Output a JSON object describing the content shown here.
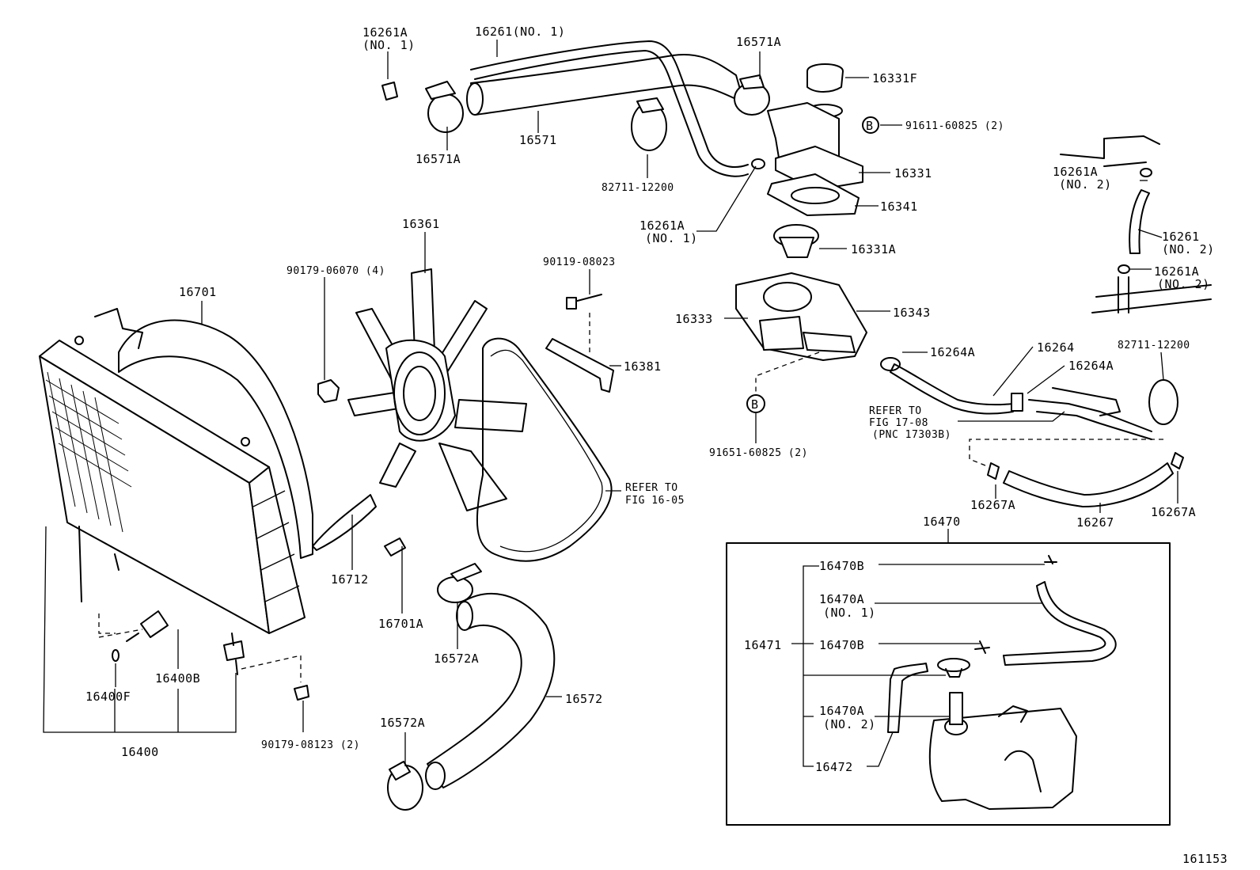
{
  "diagram_id": "161153",
  "callout_b": "B",
  "labels": {
    "p16261A_top": "16261A",
    "p16261A_top_no": "(NO. 1)",
    "p16261_no1": "16261(NO. 1)",
    "p16571A_left": "16571A",
    "p16571": "16571",
    "p16571A_right": "16571A",
    "p82711_top": "82711-12200",
    "p16331F": "16331F",
    "p91611": "91611-60825 (2)",
    "p16331": "16331",
    "p16341": "16341",
    "p16261A_mid": "16261A",
    "p16261A_mid_no": "(NO. 1)",
    "p16331A": "16331A",
    "p16261A_r1": "16261A",
    "p16261A_r1_no": "(NO. 2)",
    "p16261_no2": "16261",
    "p16261_no2_no": "(NO. 2)",
    "p16261A_r2": "16261A",
    "p16261A_r2_no": "(NO. 2)",
    "p16361": "16361",
    "p90179_06070": "90179-06070 (4)",
    "p90119": "90119-08023",
    "p16701": "16701",
    "p16381": "16381",
    "p16333": "16333",
    "p16343": "16343",
    "p16264A_a": "16264A",
    "p16264": "16264",
    "p16264A_b": "16264A",
    "p82711_right": "82711-12200",
    "refer_17": "REFER TO",
    "refer_17_fig": "FIG 17-08",
    "refer_17_pnc": "(PNC 17303B)",
    "p91651": "91651-60825 (2)",
    "refer_16": "REFER TO",
    "refer_16_fig": "FIG 16-05",
    "p16267A_left": "16267A",
    "p16267": "16267",
    "p16267A_right": "16267A",
    "p16470": "16470",
    "p16712": "16712",
    "p16701A": "16701A",
    "p16572A_top": "16572A",
    "p16572": "16572",
    "p16572A_bottom": "16572A",
    "p16400F": "16400F",
    "p16400B": "16400B",
    "p16400": "16400",
    "p90179_08123": "90179-08123 (2)",
    "p16470B_top": "16470B",
    "p16470A_no1": "16470A",
    "p16470A_no1_no": "(NO. 1)",
    "p16471": "16471",
    "p16470B_mid": "16470B",
    "p16470A_no2": "16470A",
    "p16470A_no2_no": "(NO. 2)",
    "p16472": "16472"
  }
}
